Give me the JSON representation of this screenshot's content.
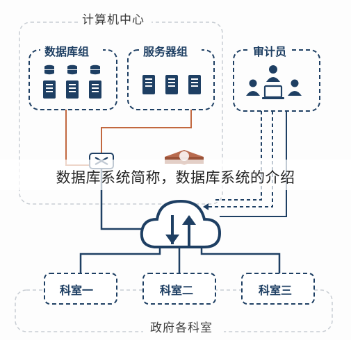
{
  "diagram": {
    "data_center_label": "计算机中心",
    "database_group_label": "数据库组",
    "server_group_label": "服务器组",
    "auditor_label": "审计员",
    "departments": [
      "科室一",
      "科室二",
      "科室三"
    ],
    "government_label": "政府各科室"
  },
  "overlay_text": "数据库系统简称，数据库系统的介绍",
  "colors": {
    "navy": "#1e3f63",
    "brown_line": "#c2683f",
    "dash": "#c8cdd3"
  }
}
